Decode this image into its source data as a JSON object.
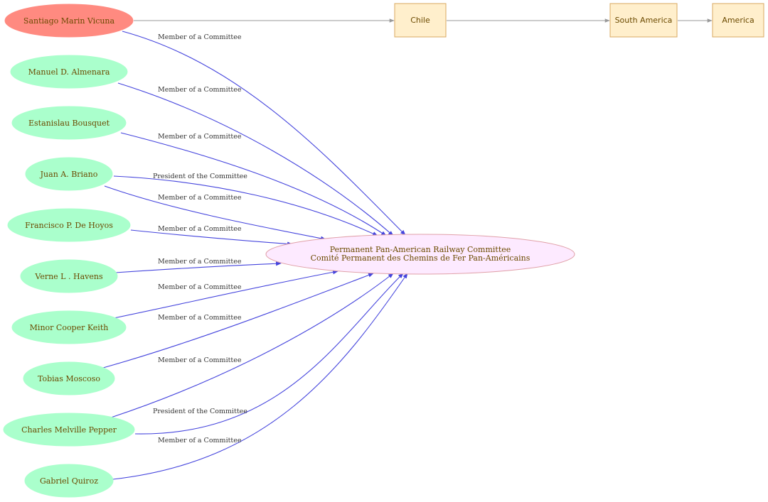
{
  "nodes": {
    "santiago": {
      "label": "Santiago Marin Vicuna",
      "fill": "#ff8a80",
      "stroke": "#ff8a80"
    },
    "almenara": {
      "label": "Manuel D. Almenara",
      "fill": "#aaffcc",
      "stroke": "#aaffcc"
    },
    "bousquet": {
      "label": "Estanislau Bousquet",
      "fill": "#aaffcc",
      "stroke": "#aaffcc"
    },
    "briano": {
      "label": "Juan A. Briano",
      "fill": "#aaffcc",
      "stroke": "#aaffcc"
    },
    "hoyos": {
      "label": "Francisco P. De Hoyos",
      "fill": "#aaffcc",
      "stroke": "#aaffcc"
    },
    "havens": {
      "label": "Verne L . Havens",
      "fill": "#aaffcc",
      "stroke": "#aaffcc"
    },
    "keith": {
      "label": "Minor Cooper Keith",
      "fill": "#aaffcc",
      "stroke": "#aaffcc"
    },
    "moscoso": {
      "label": "Tobias Moscoso",
      "fill": "#aaffcc",
      "stroke": "#aaffcc"
    },
    "pepper": {
      "label": "Charles Melville Pepper",
      "fill": "#aaffcc",
      "stroke": "#aaffcc"
    },
    "quiroz": {
      "label": "Gabriel Quiroz",
      "fill": "#aaffcc",
      "stroke": "#aaffcc"
    },
    "committee": {
      "label_line1": "Permanent Pan-American Railway Committee",
      "label_line2": "Comité Permanent des Chemins de Fer Pan-Américains",
      "fill": "#fdeaff",
      "stroke": "#e0a0a8"
    },
    "chile": {
      "label": "Chile",
      "fill": "#ffefcc",
      "stroke": "#d9a860"
    },
    "south_america": {
      "label": "South America",
      "fill": "#ffefcc",
      "stroke": "#d9a860"
    },
    "america": {
      "label": "America",
      "fill": "#ffefcc",
      "stroke": "#d9a860"
    }
  },
  "edges": {
    "santiago": "Member of a Committee",
    "almenara": "Member of a Committee",
    "bousquet": "Member of a Committee",
    "briano_president": "President of the Committee",
    "briano_member": "Member of a Committee",
    "hoyos": "Member of a Committee",
    "havens": "Member of a Committee",
    "keith": "Member of a Committee",
    "moscoso": "Member of a Committee",
    "pepper_member": "Member of a Committee",
    "pepper_president": "President of the Committee",
    "quiroz": "Member of a Committee"
  },
  "colors": {
    "committee_edge": "#4444dd",
    "location_edge": "#999999"
  }
}
